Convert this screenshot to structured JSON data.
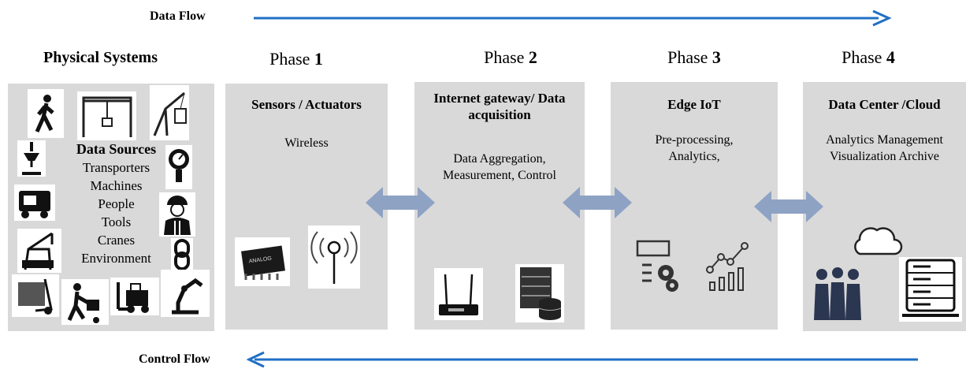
{
  "flows": {
    "data_flow_label": "Data Flow",
    "control_flow_label": "Control Flow",
    "arrow_color": "#1f6fc5"
  },
  "physical": {
    "title": "Physical Systems",
    "sources_heading": "Data Sources",
    "sources": [
      "Transporters",
      "Machines",
      "People",
      "Tools",
      "Cranes",
      "Environment"
    ]
  },
  "phases": [
    {
      "word": "Phase",
      "num": "1",
      "title": "Sensors / Actuators",
      "lines": [
        "Wireless"
      ]
    },
    {
      "word": "Phase",
      "num": "2",
      "title_lines": [
        "Internet gateway/ Data",
        "acquisition"
      ],
      "lines": [
        "Data Aggregation,",
        "Measurement, Control"
      ]
    },
    {
      "word": "Phase",
      "num": "3",
      "title": "Edge IoT",
      "lines": [
        "Pre-processing,",
        "Analytics,"
      ]
    },
    {
      "word": "Phase",
      "num": "4",
      "title": "Data Center /Cloud",
      "lines": [
        "Analytics Management",
        "Visualization Archive"
      ]
    }
  ],
  "colors": {
    "box_bg": "#d9d9d9",
    "connector": "#8ea2c4"
  },
  "icons": [
    "walking-person-icon",
    "gantry-crane-icon",
    "container-crane-icon",
    "hook-icon",
    "gauge-icon",
    "generator-icon",
    "worker-icon",
    "port-crane-icon",
    "chain-icon",
    "hand-truck-icon",
    "delivery-person-icon",
    "forklift-icon",
    "robot-arm-icon",
    "chip-icon",
    "antenna-icon",
    "router-icon",
    "server-stack-icon",
    "gear-settings-icon",
    "analytics-chart-icon",
    "cloud-icon",
    "people-group-icon",
    "datacenter-server-icon"
  ]
}
